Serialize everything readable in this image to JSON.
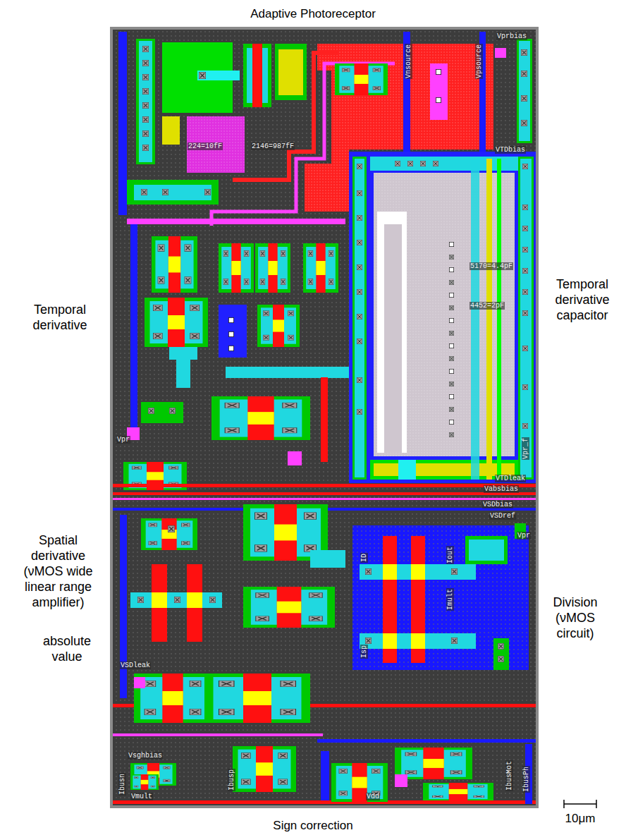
{
  "diagram": {
    "title": "Adaptive Photoreceptor",
    "caption": "Sign correction",
    "labels": [
      "Temporal derivative",
      "Spatial derivative (νMOS wide linear range amplifier)",
      "absolute value",
      "Temporal derivative capacitor",
      "Division (νMOS circuit)",
      "10μm",
      "Vprbias",
      "Vnsource",
      "Vpsource",
      "224=10fF",
      "2146=987fF",
      "VTDbias",
      "5170=4.4pF",
      "4452=2pF",
      "Vpr",
      "Vpr_f",
      "VTDleak",
      "Vabsbias",
      "VSDbias",
      "VSDref",
      "Vpr",
      "ID",
      "Iout",
      "Imult",
      "Isp",
      "VSDleak",
      "Vsghbias",
      "Ibusn",
      "Vmult",
      "Ibusp",
      "Vdd",
      "IbusMot",
      "IbusPh"
    ]
  }
}
